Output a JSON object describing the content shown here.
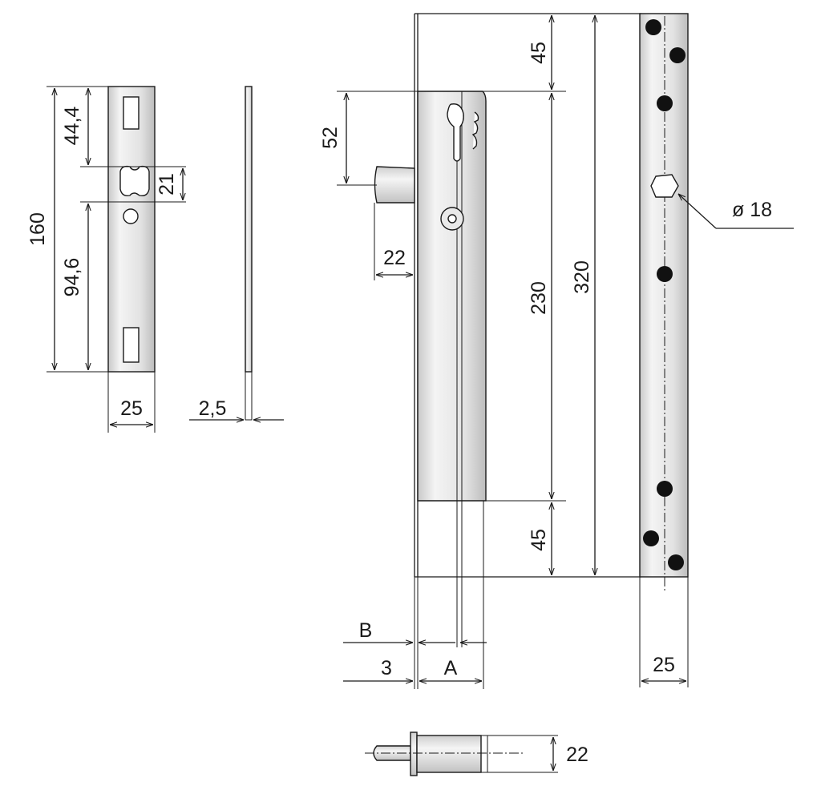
{
  "drawing": {
    "colors": {
      "line": "#1a1a1a",
      "metal_light": "#f2f2f2",
      "metal_mid": "#d9d9d9",
      "metal_dark": "#b8b8b8",
      "hole": "#111111"
    },
    "strike_plate": {
      "height_label": "160",
      "top_label": "44,4",
      "cylinder_label": "21",
      "bottom_label": "94,6",
      "width_label": "25",
      "thickness_label": "2,5"
    },
    "lock_body": {
      "cylinder_offset_label": "52",
      "bolt_throw_label": "22",
      "top_margin_label": "45",
      "middle_label": "230",
      "total_label": "320",
      "bottom_margin_label": "45",
      "hole_label": "ø 18",
      "b_label": "B",
      "a_label": "A",
      "three_label": "3",
      "front_width_label": "25"
    },
    "bolt": {
      "diameter_label": "22"
    }
  }
}
